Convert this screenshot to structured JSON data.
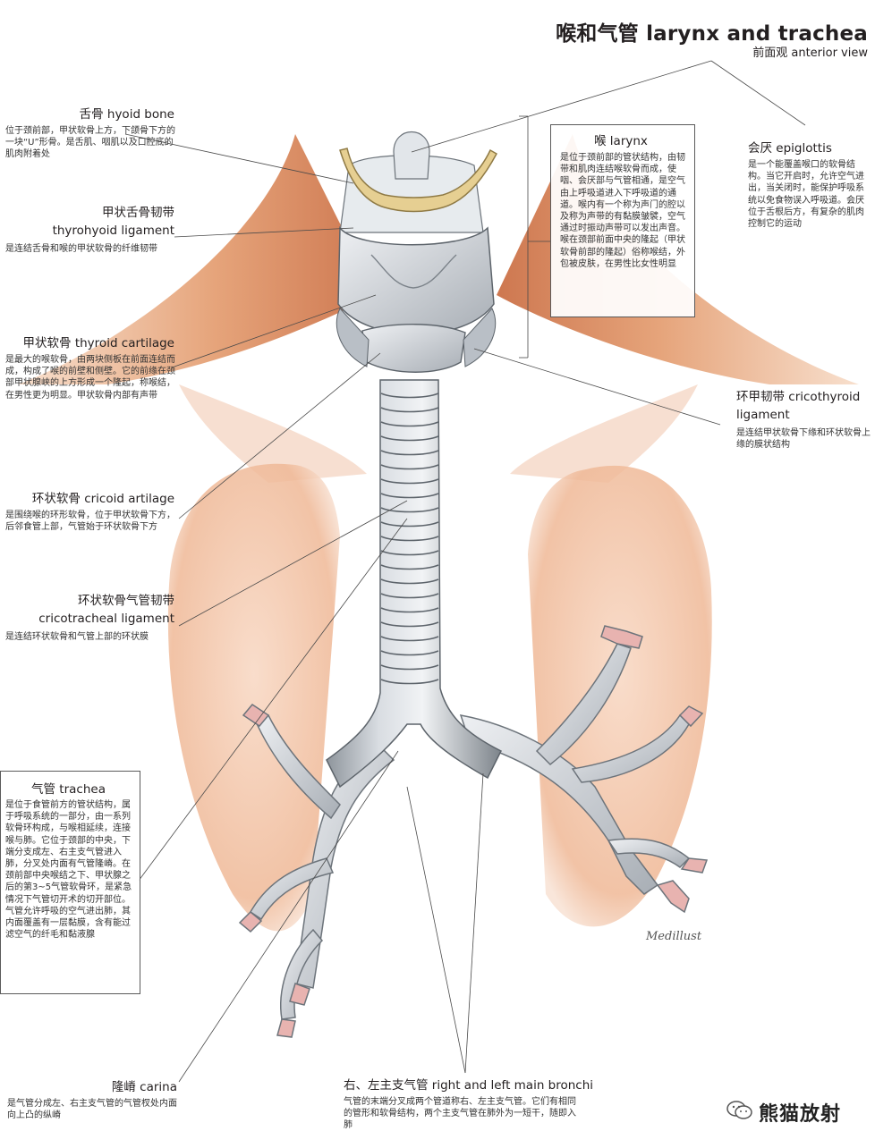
{
  "header": {
    "title": "喉和气管 larynx and trachea",
    "subtitle": "前面观 anterior view"
  },
  "labels": {
    "hyoid": {
      "title": "舌骨 hyoid bone",
      "desc": "位于颈前部，甲状软骨上方，下颌骨下方的一块“U”形骨。是舌肌、咽肌以及口腔底的肌肉附着处"
    },
    "thyrohyoid": {
      "title_cn": "甲状舌骨韧带",
      "title_en": "thyrohyoid ligament",
      "desc": "是连结舌骨和喉的甲状软骨的纤维韧带"
    },
    "thyroid": {
      "title": "甲状软骨 thyroid cartilage",
      "desc": "是最大的喉软骨，由两块侧板在前面连结而成，构成了喉的前壁和侧壁。它的前缘在颈部甲状腺峡的上方形成一个隆起，称喉结，在男性更为明显。甲状软骨内部有声带"
    },
    "cricoid": {
      "title": "环状软骨 cricoid artilage",
      "desc": "是围绕喉的环形软骨，位于甲状软骨下方，后邻食管上部，气管始于环状软骨下方"
    },
    "cricotracheal": {
      "title_cn": "环状软骨气管韧带",
      "title_en": "cricotracheal ligament",
      "desc": "是连结环状软骨和气管上部的环状膜"
    },
    "trachea": {
      "title": "气管 trachea",
      "desc": "是位于食管前方的管状结构，属于呼吸系统的一部分，由一系列软骨环构成，与喉相延续，连接喉与肺。它位于颈部的中央，下端分支成左、右主支气管进入肺，分叉处内面有气管隆嵴。在颈前部中央喉结之下、甲状腺之后的第3~5气管软骨环，是紧急情况下气管切开术的切开部位。气管允许呼吸的空气进出肺，其内面覆盖有一层黏膜，含有能过滤空气的纤毛和黏液腺"
    },
    "carina": {
      "title": "隆嵴 carina",
      "desc": "是气管分成左、右主支气管的气管杈处内面向上凸的纵嵴"
    },
    "bronchi": {
      "title": "右、左主支气管 right and left main bronchi",
      "desc": "气管的末端分叉成两个管道称右、左主支气管。它们有相同的管形和软骨结构，两个主支气管在肺外为一短干，随即入肺"
    },
    "larynx": {
      "title": "喉 larynx",
      "desc": "是位于颈前部的管状结构，由韧带和肌肉连结喉软骨而成，使咽、会厌部与气管相通，是空气由上呼吸道进入下呼吸道的通道。喉内有一个称为声门的腔以及称为声带的有黏膜皱襞，空气通过时振动声带可以发出声音。喉在颈部前面中央的隆起（甲状软骨前部的隆起）俗称喉结，外包被皮肤，在男性比女性明显"
    },
    "epiglottis": {
      "title": "会厌 epiglottis",
      "desc": "是一个能覆盖喉口的软骨结构。当它开启时，允许空气进出，当关闭时，能保护呼吸系统以免食物误入呼吸道。会厌位于舌根后方，有复杂的肌肉控制它的运动"
    },
    "cricothyroid": {
      "title_cn": "环甲韧带 cricothyroid",
      "title_en": "ligament",
      "desc": "是连结甲状软骨下缘和环状软骨上缘的膜状结构"
    }
  },
  "signature": "Medillust",
  "watermark": "熊猫放射",
  "colors": {
    "muscle": "#d9855a",
    "lung": "#f2c3a6",
    "cartilage": "#c9ced4",
    "hyoid": "#e6cf92",
    "bronchus_tip": "#e8b3b0"
  }
}
